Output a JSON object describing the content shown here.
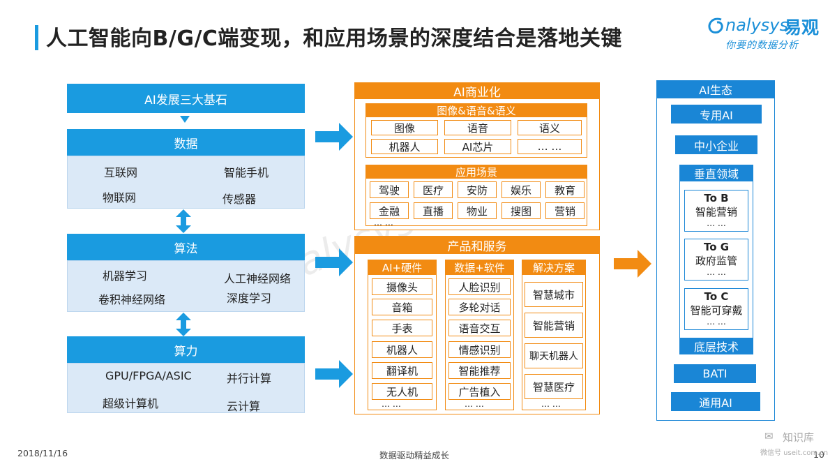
{
  "title": "人工智能向B/G/C端变现，和应用场景的深度结合是落地关键",
  "logo": {
    "word": "nalysys",
    "cn": "易观",
    "sub": "你要的数据分析"
  },
  "left": {
    "header": "AI发展三大基石",
    "data": {
      "label": "数据",
      "items": [
        "互联网",
        "智能手机",
        "物联网",
        "传感器"
      ]
    },
    "algo": {
      "label": "算法",
      "items": [
        "机器学习",
        "人工神经网络",
        "卷积神经网络",
        "深度学习"
      ]
    },
    "compute": {
      "label": "算力",
      "items": [
        "GPU/FPGA/ASIC",
        "并行计算",
        "超级计算机",
        "云计算"
      ]
    }
  },
  "middle": {
    "commercial": "AI商业化",
    "tech": {
      "label": "图像&语音&语义",
      "items": [
        "图像",
        "语音",
        "语义",
        "机器人",
        "AI芯片",
        "… …"
      ]
    },
    "scenes": {
      "label": "应用场景",
      "row1": [
        "驾驶",
        "医疗",
        "安防",
        "娱乐",
        "教育"
      ],
      "row2": [
        "金融",
        "直播",
        "物业",
        "搜图",
        "营销"
      ],
      "more": "… …"
    },
    "products": {
      "label": "产品和服务",
      "hw": {
        "label": "AI+硬件",
        "items": [
          "摄像头",
          "音箱",
          "手表",
          "机器人",
          "翻译机",
          "无人机"
        ],
        "more": "… …"
      },
      "sw": {
        "label": "数据+软件",
        "items": [
          "人脸识别",
          "多轮对话",
          "语音交互",
          "情感识别",
          "智能推荐",
          "广告植入"
        ],
        "more": "… …"
      },
      "sol": {
        "label": "解决方案",
        "items": [
          "智慧城市",
          "智能营销",
          "聊天机器人",
          "智慧医疗"
        ],
        "more": "… …"
      }
    }
  },
  "right": {
    "header": "AI生态",
    "special": "专用AI",
    "sme": "中小企业",
    "vertical": {
      "label": "垂直领域",
      "cards": [
        {
          "title": "To B",
          "text": "智能营销",
          "more": "… …"
        },
        {
          "title": "To G",
          "text": "政府监管",
          "more": "… …"
        },
        {
          "title": "To C",
          "text": "智能可穿戴",
          "more": "… …"
        }
      ],
      "bottom": "底层技术"
    },
    "bati": "BATI",
    "general": "通用AI"
  },
  "footer": {
    "date": "2018/11/16",
    "slogan": "数据驱动精益成长",
    "page": "10",
    "wm_brand": "知识库",
    "wm_sub": "微信号 useit.com.cn"
  },
  "colors": {
    "blue": "#1a9be0",
    "orange": "#f28b12",
    "panel": "#dbe9f7"
  }
}
